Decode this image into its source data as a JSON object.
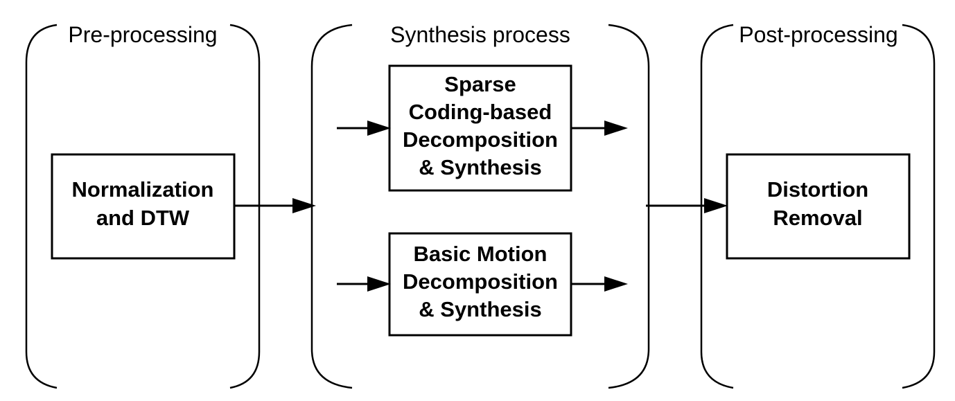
{
  "stages": [
    {
      "id": "pre",
      "title": "Pre-processing"
    },
    {
      "id": "synthesis",
      "title": "Synthesis process"
    },
    {
      "id": "post",
      "title": "Post-processing"
    }
  ],
  "boxes": {
    "normalization": {
      "lines": [
        "Normalization",
        "and DTW"
      ]
    },
    "sparse": {
      "lines": [
        "Sparse",
        "Coding-based",
        "Decomposition",
        "& Synthesis"
      ]
    },
    "basic": {
      "lines": [
        "Basic Motion",
        "Decomposition",
        "& Synthesis"
      ]
    },
    "distortion": {
      "lines": [
        "Distortion",
        "Removal"
      ]
    }
  },
  "colors": {
    "stroke": "#000000",
    "background": "#ffffff"
  }
}
